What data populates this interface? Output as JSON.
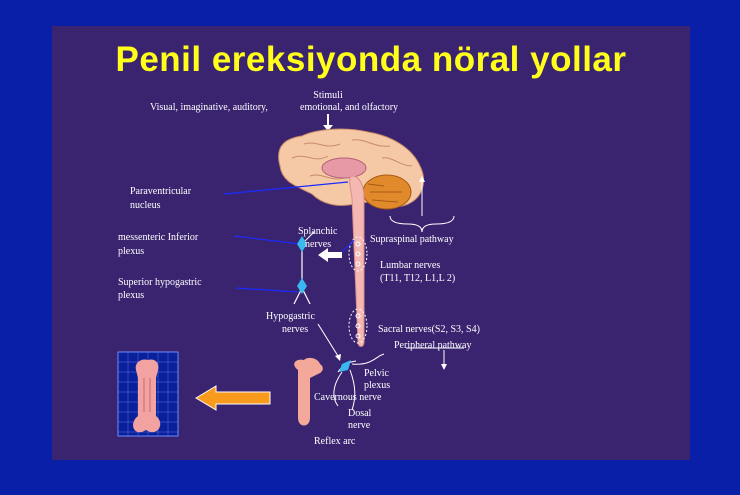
{
  "title": "Penil ereksiyonda nöral yollar",
  "labels": {
    "stimuli_title": "Stimuli",
    "stimuli_left": "Visual, imaginative, auditory,",
    "stimuli_right": "emotional, and olfactory",
    "paraventricular_1": "Paraventricular",
    "paraventricular_2": "nucleus",
    "mesenteric_1": "messenteric Inferior",
    "mesenteric_2": "plexus",
    "splanchnic_1": "Splanchic",
    "splanchnic_2": "nerves",
    "supraspinal": "Supraspinal pathway",
    "lumbar_1": "Lumbar nerves",
    "lumbar_2": "(T11, T12, L1,L 2)",
    "sup_hypogastric_1": "Superior hypogastric",
    "sup_hypogastric_2": "plexus",
    "hypogastric_1": "Hypogastric",
    "hypogastric_2": "nerves",
    "sacral": "Sacral nerves(S2, S3, S4)",
    "peripheral": "Peripheral pathway",
    "pelvic_1": "Pelvic",
    "pelvic_2": "plexus",
    "cavernous": "Cavernous  nerve",
    "dorsal_1": "Dosal",
    "dorsal_2": "nerve",
    "reflex": "Reflex  arc"
  },
  "colors": {
    "background": "#0a1fa8",
    "slide": "#3a2470",
    "title": "#ffff1a",
    "nerve_line": "#1a2bff",
    "node": "#3ab8f0",
    "spinal_cord": "#f4b7b2",
    "brain": "#f6c9a6",
    "cerebellum": "#e08a2c",
    "arrow_orange": "#f89a1c"
  }
}
